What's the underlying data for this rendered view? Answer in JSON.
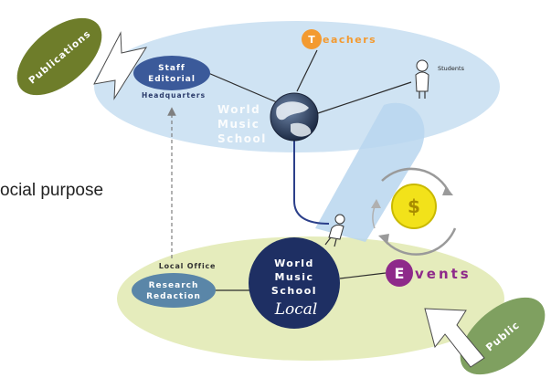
{
  "diagram": {
    "social_text": "ocial purpose",
    "publications": "Publications",
    "staff_line1": "Staff",
    "staff_line2": "Editorial",
    "headquarters": "Headquarters",
    "teachers_initial": "T",
    "teachers_rest": "eachers",
    "students": "Students",
    "global_school": [
      "World",
      "Music",
      "School"
    ],
    "local_office": "Local Office",
    "research_line1": "Research",
    "research_line2": "Redaction",
    "local_school": [
      "World",
      "Music",
      "School"
    ],
    "local_word": "Local",
    "events_initial": "E",
    "events_rest": "vents",
    "public": "Public",
    "dollar": "$"
  },
  "colors": {
    "top_ellipse": "#cfe3f3",
    "bottom_ellipse": "#e5ecbc",
    "staff_oval": "#3b5a9a",
    "publications_oval": "#6e7d2a",
    "teachers": "#f39a30",
    "events": "#8e2a8a",
    "local_circle": "#1e2f63",
    "research_oval": "#5a86a8",
    "public_oval": "#7fa060",
    "coin": "#f2e21a"
  }
}
